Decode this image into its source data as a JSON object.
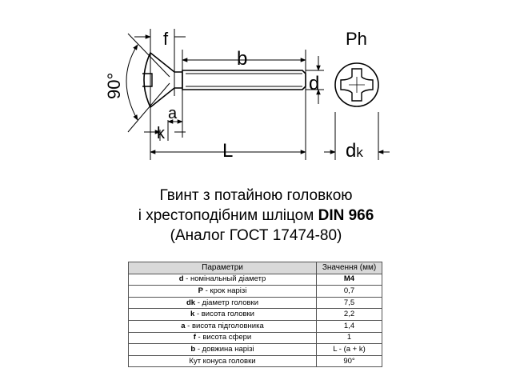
{
  "drawing": {
    "labels": {
      "f": "f",
      "b": "b",
      "d": "d",
      "angle": "90°",
      "a": "a",
      "k": "k",
      "L": "L",
      "ph": "Ph",
      "dk_main": "d",
      "dk_sub": "k"
    }
  },
  "title": {
    "line1": "Гвинт з потайною головкою",
    "line2_text": "і хрестоподібним шліцом ",
    "line2_standard": "DIN 966",
    "line3": "(Аналог ГОСТ 17474-80)"
  },
  "table": {
    "headers": [
      "Параметри",
      "Значення (мм)"
    ],
    "rows": [
      {
        "sym": "d",
        "desc": " - номінальный діаметр",
        "value": "M4",
        "value_bold": true
      },
      {
        "sym": "P",
        "desc": " - крок нарізі",
        "value": "0,7",
        "value_bold": false
      },
      {
        "sym": "dk",
        "desc": " - діаметр головки",
        "value": "7,5",
        "value_bold": false
      },
      {
        "sym": "k",
        "desc": " - висота головки",
        "value": "2,2",
        "value_bold": false
      },
      {
        "sym": "a",
        "desc": " - висота підголовника",
        "value": "1,4",
        "value_bold": false
      },
      {
        "sym": "f",
        "desc": " - висота сфери",
        "value": "1",
        "value_bold": false
      },
      {
        "sym": "b",
        "desc": " - довжина нарізі",
        "value": "L - (a + k)",
        "value_bold": false
      },
      {
        "sym": "",
        "desc": "Кут конуса головки",
        "value": "90°",
        "value_bold": false
      }
    ]
  }
}
